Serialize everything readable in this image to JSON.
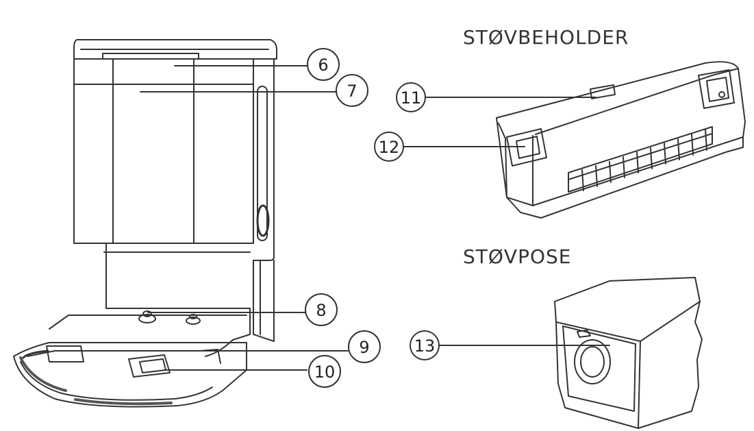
{
  "headings": {
    "dust_container": "STØVBEHOLDER",
    "dust_bag": "STØVPOSE"
  },
  "callouts": [
    "6",
    "7",
    "8",
    "9",
    "10",
    "11",
    "12",
    "13"
  ],
  "colors": {
    "line": "#333333",
    "text": "#222222"
  }
}
